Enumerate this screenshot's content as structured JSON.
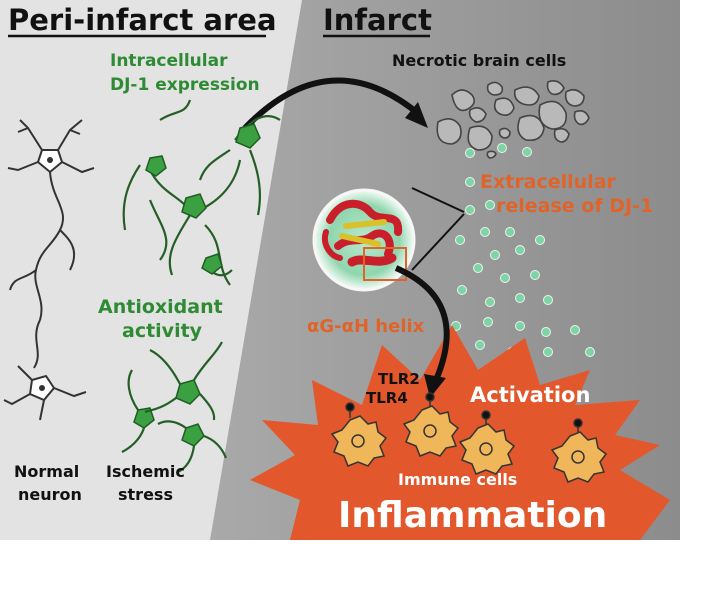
{
  "headings": {
    "left": "Peri-infarct area",
    "right": "Infarct"
  },
  "labels": {
    "intracellular_line1": "Intracellular",
    "intracellular_line2": "DJ-1 expression",
    "necrotic": "Necrotic brain cells",
    "extracellular_line1": "Extracellular",
    "extracellular_line2": "release of DJ-1",
    "antioxidant_line1": "Antioxidant",
    "antioxidant_line2": "activity",
    "helix": "αG-αH helix",
    "tlr2": "TLR2",
    "tlr4": "TLR4",
    "activation": "Activation",
    "immune_cells": "Immune cells",
    "inflammation": "Inflammation",
    "normal_line1": "Normal",
    "normal_line2": "neuron",
    "ischemic_line1": "Ischemic",
    "ischemic_line2": "stress"
  },
  "colors": {
    "green_text": "#2e8b34",
    "orange_text": "#e0642a",
    "burst_fill": "#e2572b",
    "immune_cell": "#f0b75a",
    "dot": "#7fd3a4",
    "left_bg": "#e2e2e2",
    "right_bg": "#9a9a9a"
  }
}
